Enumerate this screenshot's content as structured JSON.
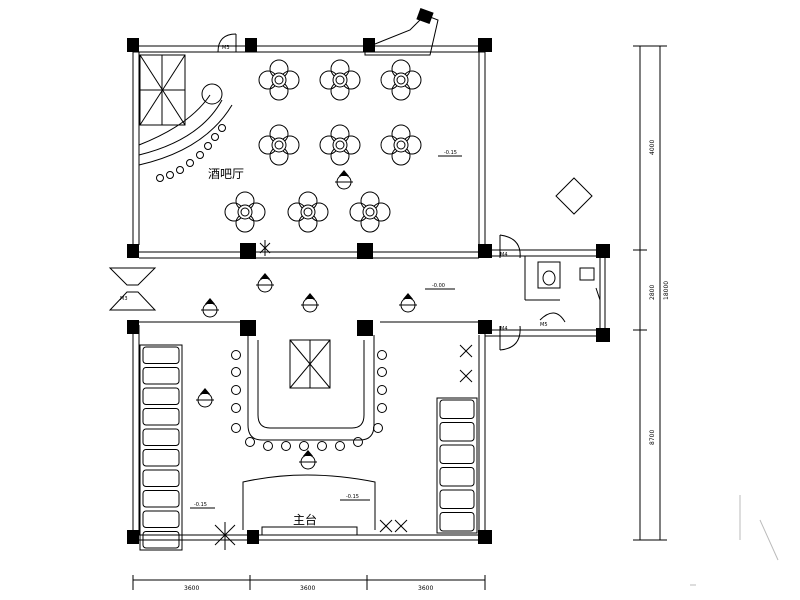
{
  "labels": {
    "bar_hall": "酒吧厅",
    "main_stage": "主台"
  },
  "levels": {
    "bar": "-0.15",
    "hall": "-0.00",
    "stage": "-0.15",
    "side": "-0.15"
  },
  "door_tags": {
    "top": "M3",
    "left": "M3",
    "right_top": "M4",
    "right_bottom": "M4",
    "wc": "M5"
  },
  "dims": {
    "bottom": [
      "3600",
      "3600",
      "3600"
    ],
    "right_segments": [
      "4000",
      "2800",
      "8700"
    ],
    "right_total": "18000"
  }
}
